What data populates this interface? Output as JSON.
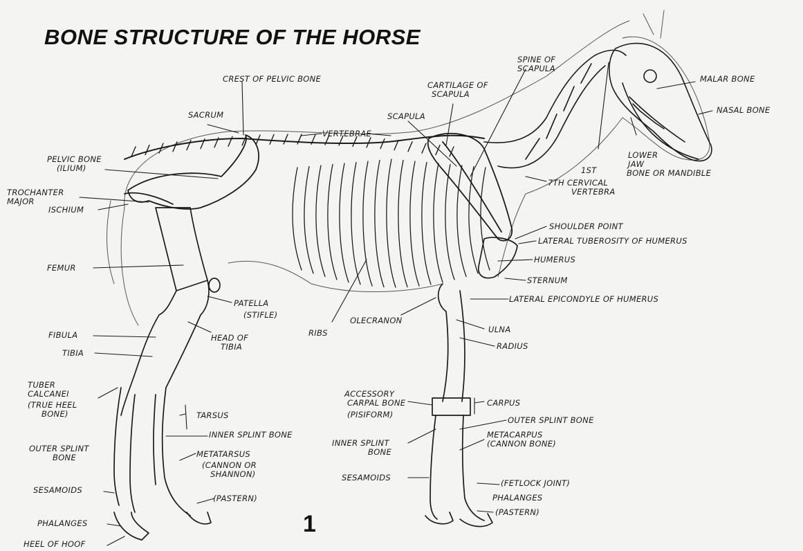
{
  "title": "BONE STRUCTURE OF THE HORSE",
  "page_number": "1",
  "labels": {
    "crest_pelvic": "CREST OF PELVIC BONE",
    "sacrum": "SACRUM",
    "vertebrae": "VERTEBRAE",
    "pelvic_bone": [
      "PELVIC BONE",
      "(ILIUM)"
    ],
    "trochanter": [
      "TROCHANTER",
      "MAJOR"
    ],
    "ischium": "ISCHIUM",
    "femur": "FEMUR",
    "patella": [
      "PATELLA",
      "(STIFLE)"
    ],
    "fibula": "FIBULA",
    "tibia": "TIBIA",
    "head_of_tibia": [
      "HEAD OF",
      "TIBIA"
    ],
    "tuber_calcanei": [
      "TUBER",
      "CALCANEI",
      "(TRUE HEEL",
      "BONE)"
    ],
    "tarsus": "TARSUS",
    "inner_splint_hind": "INNER SPLINT BONE",
    "outer_splint_hind": [
      "OUTER SPLINT",
      "BONE"
    ],
    "metatarsus": [
      "METATARSUS",
      "(CANNON OR",
      "SHANNON)"
    ],
    "sesamoids_hind": "SESAMOIDS",
    "pastern_hind": "(PASTERN)",
    "phalanges_hind": "PHALANGES",
    "heel_of_hoof": "HEEL OF HOOF",
    "spine_of_scapula": [
      "SPINE OF",
      "SCAPULA"
    ],
    "cartilage_scapula": [
      "CARTILAGE OF",
      "SCAPULA"
    ],
    "scapula": "SCAPULA",
    "malar_bone": "MALAR BONE",
    "nasal_bone": "NASAL BONE",
    "lower_jaw": [
      "LOWER",
      "JAW",
      "BONE OR MANDIBLE"
    ],
    "cervical": [
      "7TH CERVICAL",
      "VERTEBRA"
    ],
    "first": "1ST",
    "shoulder_point": "SHOULDER POINT",
    "lateral_tuberosity": "LATERAL TUBEROSITY OF HUMERUS",
    "humerus": "HUMERUS",
    "sternum": "STERNUM",
    "lateral_epicondyle": "LATERAL EPICONDYLE OF HUMERUS",
    "olecranon": "OLECRANON",
    "ribs": "RIBS",
    "ulna": "ULNA",
    "radius": "RADIUS",
    "accessory_carpal": [
      "ACCESSORY",
      "CARPAL BONE",
      "(PISIFORM)"
    ],
    "carpus": "CARPUS",
    "outer_splint_fore": "OUTER SPLINT BONE",
    "metacarpus": [
      "METACARPUS",
      "(CANNON BONE)"
    ],
    "inner_splint_fore": [
      "INNER SPLINT",
      "BONE"
    ],
    "sesamoids_fore": "SESAMOIDS",
    "fetlock": "(FETLOCK JOINT)",
    "phalanges_fore": "PHALANGES",
    "pastern_fore": "(PASTERN)"
  }
}
